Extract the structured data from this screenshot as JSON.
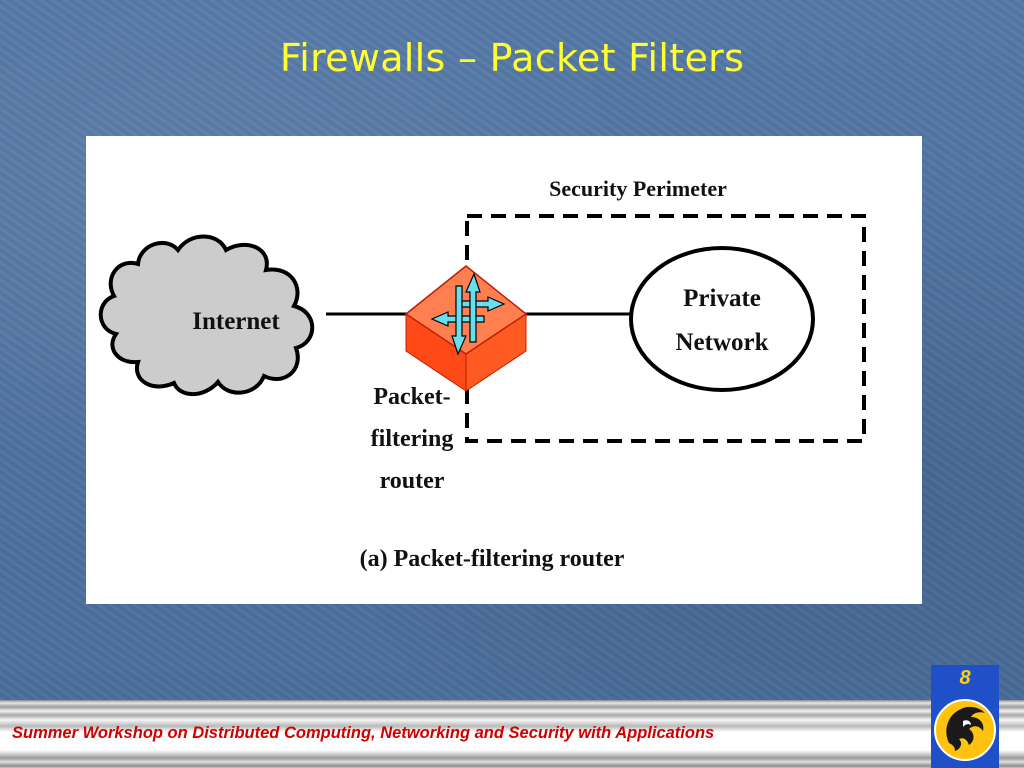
{
  "slide": {
    "title": "Firewalls – Packet Filters",
    "page_number": "8",
    "footer": "Summer Workshop on Distributed Computing, Networking and Security with Applications"
  },
  "figure": {
    "security_perimeter_label": "Security Perimeter",
    "internet_label": "Internet",
    "private_network_lines": [
      "Private",
      "Network"
    ],
    "router_label_lines": [
      "Packet-",
      "filtering",
      "router"
    ],
    "caption": "(a) Packet-filtering router"
  },
  "colors": {
    "title": "#ffff33",
    "router_top": "#ff7f50",
    "router_side": "#ff4a18",
    "router_arrows": "#66e0f0",
    "cloud_fill": "#cccccc",
    "footer_text": "#d10000",
    "page_box": "#1f50c8",
    "page_number": "#ffd200"
  },
  "icons": [
    "cloud-icon",
    "router-icon",
    "logo-icon"
  ]
}
